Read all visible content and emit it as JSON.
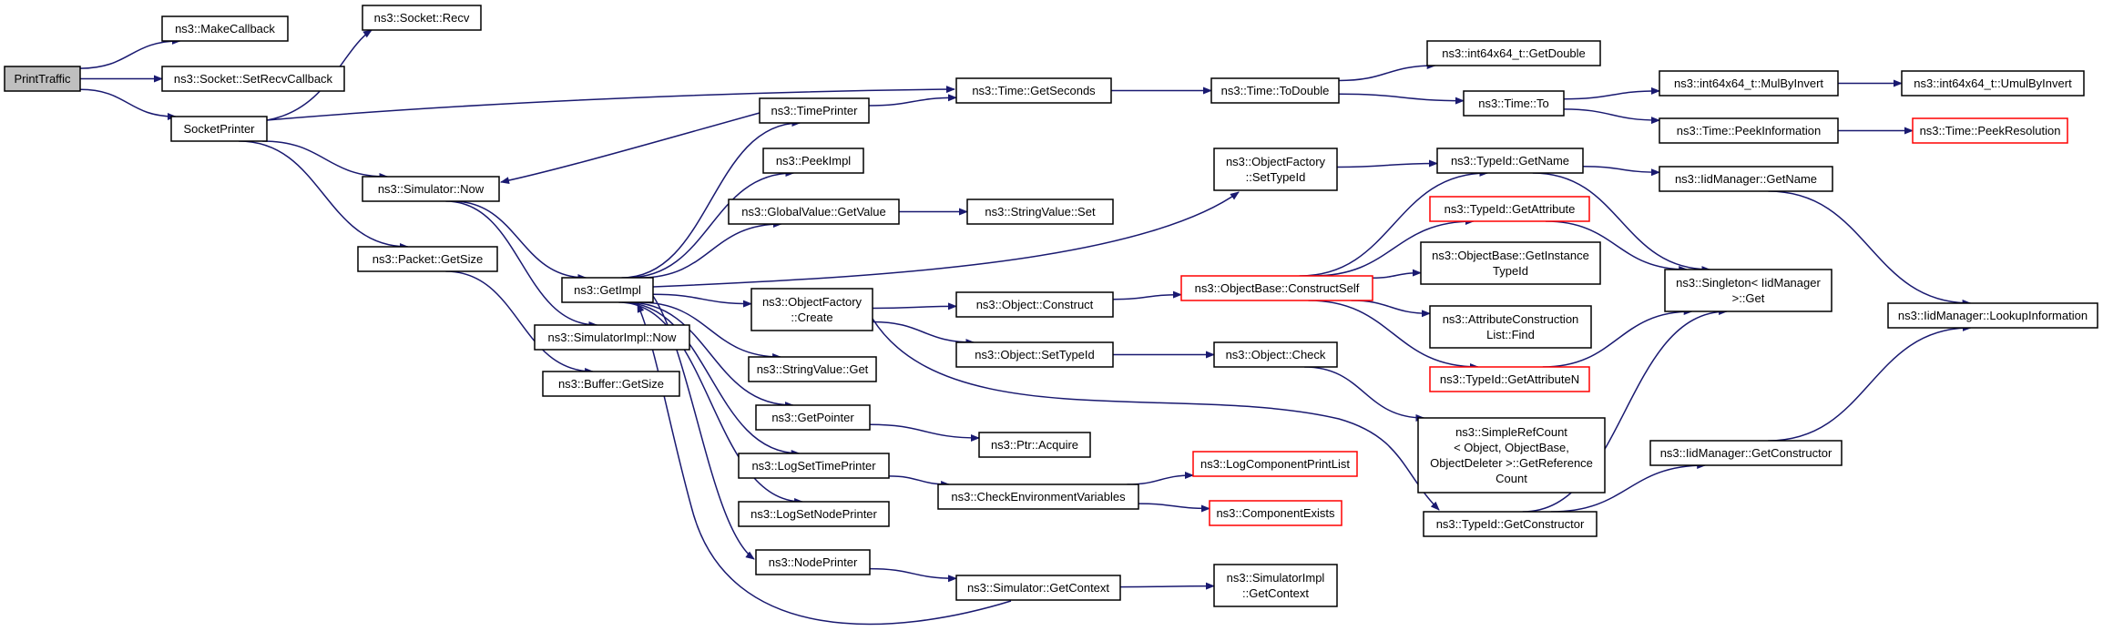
{
  "colors": {
    "edge": "#191970",
    "node_border": "#000000",
    "node_fill": "#ffffff",
    "root_fill": "#bfbfbf",
    "truncated_border": "#ff0000"
  },
  "nodes": {
    "PrintTraffic": {
      "label": [
        "PrintTraffic"
      ],
      "style": "root"
    },
    "MakeCallback": {
      "label": [
        "ns3::MakeCallback"
      ]
    },
    "SetRecvCallback": {
      "label": [
        "ns3::Socket::SetRecvCallback"
      ]
    },
    "SocketPrinter": {
      "label": [
        "SocketPrinter"
      ]
    },
    "SocketRecv": {
      "label": [
        "ns3::Socket::Recv"
      ]
    },
    "SimulatorNow": {
      "label": [
        "ns3::Simulator::Now"
      ]
    },
    "PacketGetSize": {
      "label": [
        "ns3::Packet::GetSize"
      ]
    },
    "GetImpl": {
      "label": [
        "ns3::GetImpl"
      ]
    },
    "SimulatorImplNow": {
      "label": [
        "ns3::SimulatorImpl::Now"
      ]
    },
    "BufferGetSize": {
      "label": [
        "ns3::Buffer::GetSize"
      ]
    },
    "TimePrinter": {
      "label": [
        "ns3::TimePrinter"
      ]
    },
    "PeekImpl": {
      "label": [
        "ns3::PeekImpl"
      ]
    },
    "GlobalValueGetValue": {
      "label": [
        "ns3::GlobalValue::GetValue"
      ]
    },
    "ObjectFactoryCreate": {
      "label": [
        "ns3::ObjectFactory",
        "::Create"
      ]
    },
    "StringValueGet": {
      "label": [
        "ns3::StringValue::Get"
      ]
    },
    "GetPointer": {
      "label": [
        "ns3::GetPointer"
      ]
    },
    "LogSetTimePrinter": {
      "label": [
        "ns3::LogSetTimePrinter"
      ]
    },
    "LogSetNodePrinter": {
      "label": [
        "ns3::LogSetNodePrinter"
      ]
    },
    "NodePrinter": {
      "label": [
        "ns3::NodePrinter"
      ]
    },
    "TimeGetSeconds": {
      "label": [
        "ns3::Time::GetSeconds"
      ]
    },
    "StringValueSet": {
      "label": [
        "ns3::StringValue::Set"
      ]
    },
    "ObjectConstruct": {
      "label": [
        "ns3::Object::Construct"
      ]
    },
    "ObjectSetTypeId": {
      "label": [
        "ns3::Object::SetTypeId"
      ]
    },
    "PtrAcquire": {
      "label": [
        "ns3::Ptr::Acquire"
      ]
    },
    "CheckEnvVars": {
      "label": [
        "ns3::CheckEnvironmentVariables"
      ]
    },
    "SimulatorGetContext": {
      "label": [
        "ns3::Simulator::GetContext"
      ]
    },
    "TimeToDouble": {
      "label": [
        "ns3::Time::ToDouble"
      ]
    },
    "ObjectFactorySetTypeId": {
      "label": [
        "ns3::ObjectFactory",
        "::SetTypeId"
      ]
    },
    "ConstructSelf": {
      "label": [
        "ns3::ObjectBase::ConstructSelf"
      ],
      "style": "truncated"
    },
    "ObjectCheck": {
      "label": [
        "ns3::Object::Check"
      ]
    },
    "LogComponentPrintList": {
      "label": [
        "ns3::LogComponentPrintList"
      ],
      "style": "truncated"
    },
    "ComponentExists": {
      "label": [
        "ns3::ComponentExists"
      ],
      "style": "truncated"
    },
    "SimulatorImplGetContext": {
      "label": [
        "ns3::SimulatorImpl",
        "::GetContext"
      ]
    },
    "Int64GetDouble": {
      "label": [
        "ns3::int64x64_t::GetDouble"
      ]
    },
    "TimeTo": {
      "label": [
        "ns3::Time::To"
      ]
    },
    "TypeIdGetName": {
      "label": [
        "ns3::TypeId::GetName"
      ]
    },
    "TypeIdGetAttribute": {
      "label": [
        "ns3::TypeId::GetAttribute"
      ],
      "style": "truncated"
    },
    "GetInstanceTypeId": {
      "label": [
        "ns3::ObjectBase::GetInstance",
        "TypeId"
      ]
    },
    "AttrConstructionFind": {
      "label": [
        "ns3::AttributeConstruction",
        "List::Find"
      ]
    },
    "TypeIdGetAttributeN": {
      "label": [
        "ns3::TypeId::GetAttributeN"
      ],
      "style": "truncated"
    },
    "SimpleRefCount": {
      "label": [
        "ns3::SimpleRefCount",
        "< Object, ObjectBase,",
        "ObjectDeleter >::GetReference",
        "Count"
      ]
    },
    "TypeIdGetConstructor": {
      "label": [
        "ns3::TypeId::GetConstructor"
      ]
    },
    "MulByInvert": {
      "label": [
        "ns3::int64x64_t::MulByInvert"
      ]
    },
    "PeekInformation": {
      "label": [
        "ns3::Time::PeekInformation"
      ]
    },
    "IidGetName": {
      "label": [
        "ns3::IidManager::GetName"
      ]
    },
    "SingletonGet": {
      "label": [
        "ns3::Singleton< IidManager",
        ">::Get"
      ]
    },
    "IidGetConstructor": {
      "label": [
        "ns3::IidManager::GetConstructor"
      ]
    },
    "UmulByInvert": {
      "label": [
        "ns3::int64x64_t::UmulByInvert"
      ]
    },
    "PeekResolution": {
      "label": [
        "ns3::Time::PeekResolution"
      ],
      "style": "truncated"
    },
    "LookupInformation": {
      "label": [
        "ns3::IidManager::LookupInformation"
      ]
    }
  },
  "edges": [
    [
      "PrintTraffic",
      "MakeCallback"
    ],
    [
      "PrintTraffic",
      "SetRecvCallback"
    ],
    [
      "PrintTraffic",
      "SocketPrinter"
    ],
    [
      "SocketPrinter",
      "SocketRecv"
    ],
    [
      "SocketPrinter",
      "TimeGetSeconds"
    ],
    [
      "SocketPrinter",
      "SimulatorNow"
    ],
    [
      "SocketPrinter",
      "PacketGetSize"
    ],
    [
      "SimulatorNow",
      "GetImpl"
    ],
    [
      "SimulatorNow",
      "SimulatorImplNow"
    ],
    [
      "PacketGetSize",
      "BufferGetSize"
    ],
    [
      "TimePrinter",
      "SimulatorNow"
    ],
    [
      "TimePrinter",
      "TimeGetSeconds"
    ],
    [
      "GetImpl",
      "TimePrinter"
    ],
    [
      "GetImpl",
      "PeekImpl"
    ],
    [
      "GetImpl",
      "GlobalValueGetValue"
    ],
    [
      "GetImpl",
      "ObjectFactorySetTypeId"
    ],
    [
      "GetImpl",
      "ObjectFactoryCreate"
    ],
    [
      "GetImpl",
      "StringValueGet"
    ],
    [
      "GetImpl",
      "GetPointer"
    ],
    [
      "GetImpl",
      "LogSetTimePrinter"
    ],
    [
      "GetImpl",
      "LogSetNodePrinter"
    ],
    [
      "GetImpl",
      "NodePrinter"
    ],
    [
      "GlobalValueGetValue",
      "StringValueSet"
    ],
    [
      "ObjectFactoryCreate",
      "ObjectConstruct"
    ],
    [
      "ObjectFactoryCreate",
      "ObjectSetTypeId"
    ],
    [
      "ObjectFactoryCreate",
      "TypeIdGetConstructor"
    ],
    [
      "GetPointer",
      "PtrAcquire"
    ],
    [
      "LogSetTimePrinter",
      "CheckEnvVars"
    ],
    [
      "NodePrinter",
      "SimulatorGetContext"
    ],
    [
      "SimulatorGetContext",
      "GetImpl"
    ],
    [
      "SimulatorGetContext",
      "SimulatorImplGetContext"
    ],
    [
      "TimeGetSeconds",
      "TimeToDouble"
    ],
    [
      "TimeToDouble",
      "Int64GetDouble"
    ],
    [
      "TimeToDouble",
      "TimeTo"
    ],
    [
      "TimeTo",
      "MulByInvert"
    ],
    [
      "TimeTo",
      "PeekInformation"
    ],
    [
      "MulByInvert",
      "UmulByInvert"
    ],
    [
      "PeekInformation",
      "PeekResolution"
    ],
    [
      "ObjectFactorySetTypeId",
      "TypeIdGetName"
    ],
    [
      "ObjectConstruct",
      "ConstructSelf"
    ],
    [
      "ObjectSetTypeId",
      "ObjectCheck"
    ],
    [
      "ObjectCheck",
      "SimpleRefCount"
    ],
    [
      "CheckEnvVars",
      "LogComponentPrintList"
    ],
    [
      "CheckEnvVars",
      "ComponentExists"
    ],
    [
      "ConstructSelf",
      "TypeIdGetName"
    ],
    [
      "ConstructSelf",
      "TypeIdGetAttribute"
    ],
    [
      "ConstructSelf",
      "GetInstanceTypeId"
    ],
    [
      "ConstructSelf",
      "AttrConstructionFind"
    ],
    [
      "ConstructSelf",
      "TypeIdGetAttributeN"
    ],
    [
      "TypeIdGetName",
      "IidGetName"
    ],
    [
      "TypeIdGetName",
      "SingletonGet"
    ],
    [
      "TypeIdGetAttribute",
      "SingletonGet"
    ],
    [
      "TypeIdGetAttributeN",
      "SingletonGet"
    ],
    [
      "TypeIdGetConstructor",
      "SingletonGet"
    ],
    [
      "TypeIdGetConstructor",
      "IidGetConstructor"
    ],
    [
      "IidGetName",
      "LookupInformation"
    ],
    [
      "IidGetConstructor",
      "LookupInformation"
    ]
  ]
}
